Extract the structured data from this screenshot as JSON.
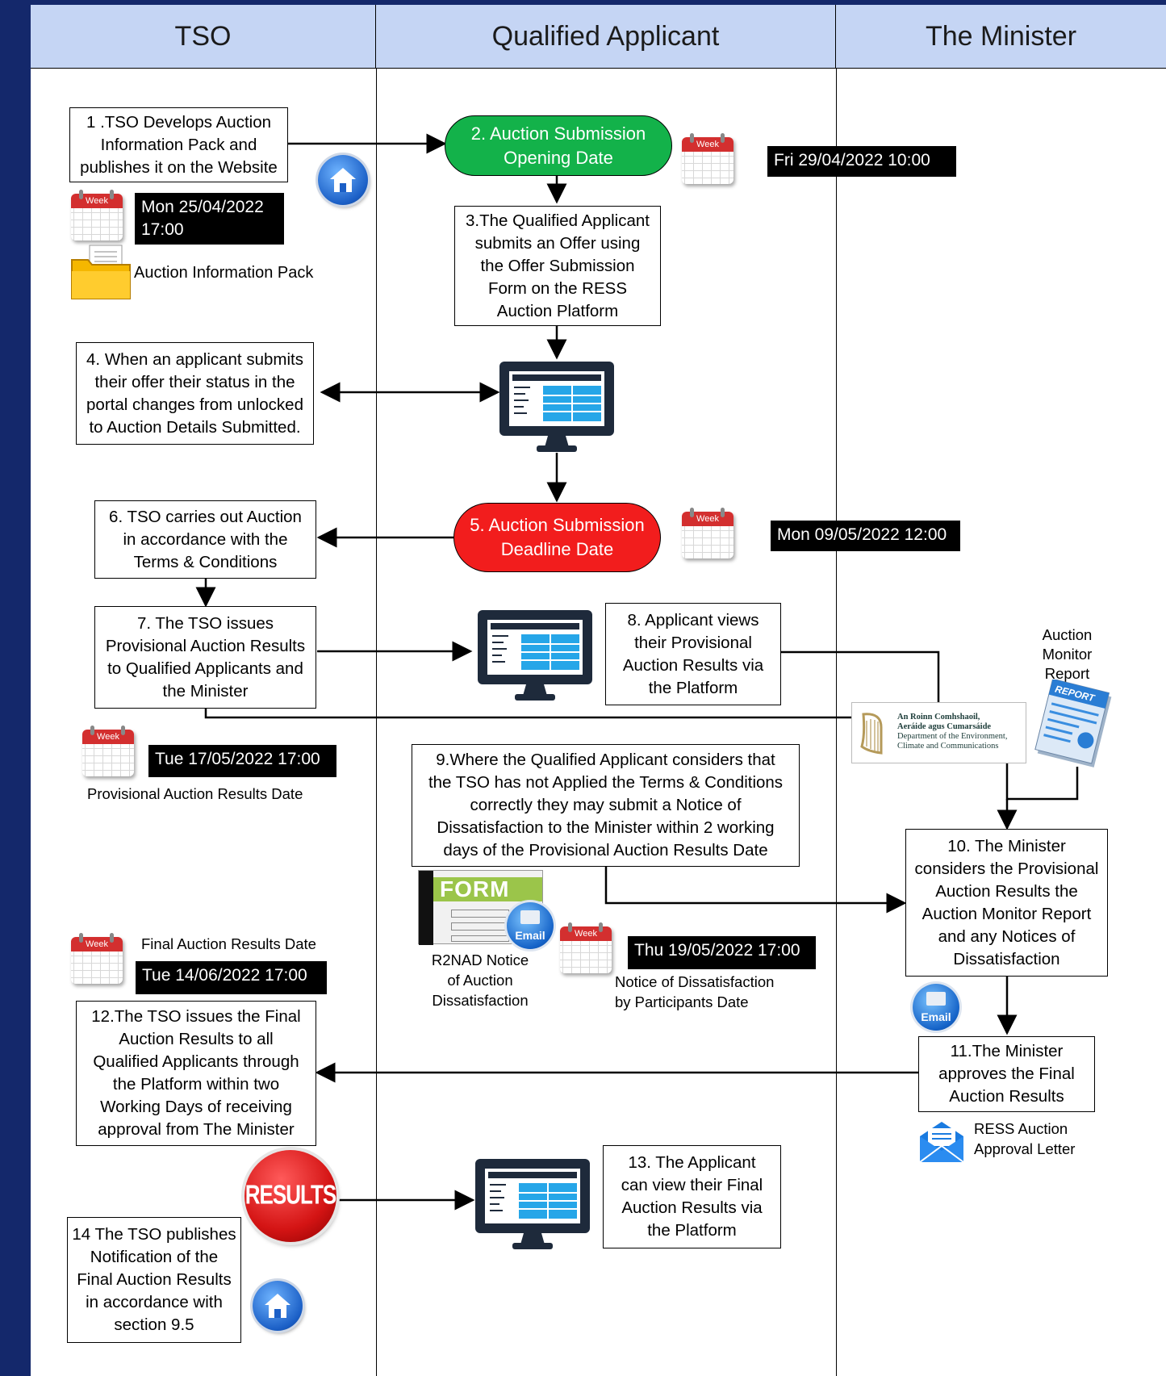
{
  "lanes": [
    "TSO",
    "Qualified Applicant",
    "The Minister"
  ],
  "steps": {
    "s1": "1 .TSO Develops Auction\nInformation Pack and\npublishes it on the Website",
    "s2": "2. Auction Submission\nOpening Date",
    "s3": "3.The Qualified Applicant\nsubmits an Offer using\nthe Offer Submission\nForm on the RESS\nAuction Platform",
    "s4": "4. When an applicant submits\ntheir offer their status in the\nportal changes from unlocked\nto Auction Details Submitted.",
    "s5": "5. Auction Submission\nDeadline Date",
    "s6": "6. TSO carries out Auction\nin accordance with the\nTerms & Conditions",
    "s7": "7. The TSO issues\nProvisional Auction Results\nto Qualified Applicants and\nthe Minister",
    "s8": "8. Applicant  views\ntheir Provisional\nAuction Results via\nthe Platform",
    "s9": "9.Where the Qualified Applicant considers that\nthe TSO has not Applied the Terms & Conditions\ncorrectly they may submit a  Notice of\nDissatisfaction to the Minister within 2 working\ndays of the Provisional Auction Results Date",
    "s10": "10. The Minister\nconsiders the Provisional\nAuction Results the\nAuction Monitor Report\nand any Notices of\nDissatisfaction",
    "s11": "11.The Minister\napproves the Final\nAuction Results",
    "s12": "12.The TSO issues the Final\nAuction Results to all\nQualified Applicants through\nthe Platform within two\nWorking Days of receiving\napproval from The Minister",
    "s13": "13. The Applicant\ncan view their Final\nAuction Results via\nthe Platform",
    "s14": "14 The TSO publishes\nNotification of the\nFinal Auction Results\nin accordance with\nsection 9.5"
  },
  "dates": {
    "d1": "Mon 25/04/2022\n17:00",
    "d2": "Fri 29/04/2022 10:00",
    "d5": "Mon 09/05/2022 12:00",
    "d7": "Tue 17/05/2022 17:00",
    "d9": "Thu 19/05/2022 17:00",
    "d12": "Tue 14/06/2022 17:00"
  },
  "labels": {
    "info_pack": "Auction Information Pack",
    "prov_results_date": "Provisional Auction Results Date",
    "auction_monitor_report": "Auction\nMonitor\nReport",
    "dept_line1": "An Roinn Comhshaoil,",
    "dept_line2": "Aeráide agus Cumarsáide",
    "dept_line3": "Department of the Environment,",
    "dept_line4": "Climate and Communications",
    "report_badge": "REPORT",
    "form_title": "FORM",
    "email": "Email",
    "r2nad": "R2NAD Notice\nof  Auction\nDissatisfaction",
    "notice_date": "Notice of Dissatisfaction\nby Participants Date",
    "final_results_date": "Final Auction Results  Date",
    "approval_letter": "RESS Auction\nApproval Letter",
    "results_badge": "RESULTS",
    "week": "Week"
  },
  "colors": {
    "frame": "#14286b",
    "lane_header": "#c5d5f4",
    "opening_pill": "#13b24a",
    "deadline_pill": "#f21d1d",
    "pill_text": "#ffffff"
  }
}
